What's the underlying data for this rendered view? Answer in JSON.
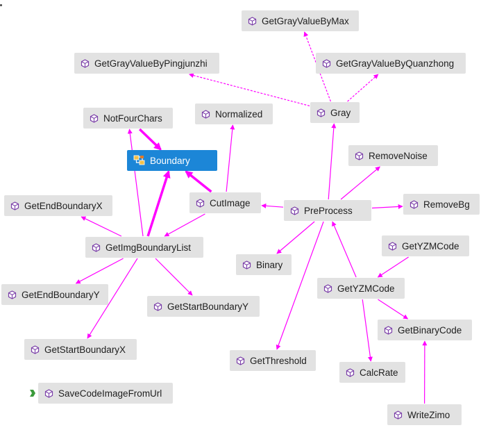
{
  "colors": {
    "edge": "#ff00ff",
    "node_fill": "#e2e2e2",
    "node_text": "#1e1e1e",
    "selected_fill": "#1c86d7",
    "selected_text": "#ffffff",
    "method_icon": "#7a3ea8",
    "entry_marker": "#3a9a3a"
  },
  "nodes": [
    {
      "id": "GetGrayValueByMax",
      "label": "GetGrayValueByMax",
      "icon": "method-cube-icon"
    },
    {
      "id": "GetGrayValueByPingjunzhi",
      "label": "GetGrayValueByPingjunzhi",
      "icon": "method-cube-icon"
    },
    {
      "id": "GetGrayValueByQuanzhong",
      "label": "GetGrayValueByQuanzhong",
      "icon": "method-cube-icon"
    },
    {
      "id": "NotFourChars",
      "label": "NotFourChars",
      "icon": "method-cube-icon"
    },
    {
      "id": "Normalized",
      "label": "Normalized",
      "icon": "method-cube-icon"
    },
    {
      "id": "Gray",
      "label": "Gray",
      "icon": "method-cube-icon"
    },
    {
      "id": "Boundary",
      "label": "Boundary",
      "icon": "class-icon",
      "selected": true
    },
    {
      "id": "RemoveNoise",
      "label": "RemoveNoise",
      "icon": "method-cube-icon"
    },
    {
      "id": "GetEndBoundaryX",
      "label": "GetEndBoundaryX",
      "icon": "method-cube-icon"
    },
    {
      "id": "CutImage",
      "label": "CutImage",
      "icon": "method-cube-icon"
    },
    {
      "id": "PreProcess",
      "label": "PreProcess",
      "icon": "method-cube-icon"
    },
    {
      "id": "RemoveBg",
      "label": "RemoveBg",
      "icon": "method-cube-icon"
    },
    {
      "id": "GetImgBoundaryList",
      "label": "GetImgBoundaryList",
      "icon": "method-cube-icon"
    },
    {
      "id": "GetYZMCode1",
      "label": "GetYZMCode",
      "icon": "method-cube-icon"
    },
    {
      "id": "Binary",
      "label": "Binary",
      "icon": "method-cube-icon"
    },
    {
      "id": "GetYZMCode2",
      "label": "GetYZMCode",
      "icon": "method-cube-icon"
    },
    {
      "id": "GetEndBoundaryY",
      "label": "GetEndBoundaryY",
      "icon": "method-cube-icon"
    },
    {
      "id": "GetStartBoundaryY",
      "label": "GetStartBoundaryY",
      "icon": "method-cube-icon"
    },
    {
      "id": "GetBinaryCode",
      "label": "GetBinaryCode",
      "icon": "method-cube-icon"
    },
    {
      "id": "GetStartBoundaryX",
      "label": "GetStartBoundaryX",
      "icon": "method-cube-icon"
    },
    {
      "id": "GetThreshold",
      "label": "GetThreshold",
      "icon": "method-cube-icon"
    },
    {
      "id": "CalcRate",
      "label": "CalcRate",
      "icon": "method-cube-icon"
    },
    {
      "id": "SaveCodeImageFromUrl",
      "label": "SaveCodeImageFromUrl",
      "icon": "method-cube-icon",
      "entry_point": true
    },
    {
      "id": "WriteZimo",
      "label": "WriteZimo",
      "icon": "method-cube-icon"
    }
  ],
  "edges": [
    {
      "from": "Gray",
      "to": "GetGrayValueByMax",
      "style": "dashed"
    },
    {
      "from": "Gray",
      "to": "GetGrayValueByPingjunzhi",
      "style": "dashed"
    },
    {
      "from": "Gray",
      "to": "GetGrayValueByQuanzhong",
      "style": "dashed"
    },
    {
      "from": "NotFourChars",
      "to": "Boundary",
      "style": "bold"
    },
    {
      "from": "CutImage",
      "to": "Boundary",
      "style": "bold"
    },
    {
      "from": "GetImgBoundaryList",
      "to": "Boundary",
      "style": "bold"
    },
    {
      "from": "GetImgBoundaryList",
      "to": "NotFourChars",
      "style": "solid"
    },
    {
      "from": "GetImgBoundaryList",
      "to": "GetEndBoundaryX",
      "style": "solid"
    },
    {
      "from": "GetImgBoundaryList",
      "to": "GetEndBoundaryY",
      "style": "solid"
    },
    {
      "from": "GetImgBoundaryList",
      "to": "GetStartBoundaryY",
      "style": "solid"
    },
    {
      "from": "GetImgBoundaryList",
      "to": "GetStartBoundaryX",
      "style": "solid"
    },
    {
      "from": "CutImage",
      "to": "GetImgBoundaryList",
      "style": "solid"
    },
    {
      "from": "CutImage",
      "to": "Normalized",
      "style": "solid"
    },
    {
      "from": "PreProcess",
      "to": "CutImage",
      "style": "solid"
    },
    {
      "from": "PreProcess",
      "to": "Gray",
      "style": "solid"
    },
    {
      "from": "PreProcess",
      "to": "RemoveNoise",
      "style": "solid"
    },
    {
      "from": "PreProcess",
      "to": "RemoveBg",
      "style": "solid"
    },
    {
      "from": "PreProcess",
      "to": "Binary",
      "style": "solid"
    },
    {
      "from": "PreProcess",
      "to": "GetThreshold",
      "style": "solid"
    },
    {
      "from": "GetYZMCode1",
      "to": "GetYZMCode2",
      "style": "solid"
    },
    {
      "from": "GetYZMCode2",
      "to": "PreProcess",
      "style": "solid"
    },
    {
      "from": "GetYZMCode2",
      "to": "GetBinaryCode",
      "style": "solid"
    },
    {
      "from": "GetYZMCode2",
      "to": "CalcRate",
      "style": "solid"
    },
    {
      "from": "WriteZimo",
      "to": "GetBinaryCode",
      "style": "solid"
    }
  ]
}
